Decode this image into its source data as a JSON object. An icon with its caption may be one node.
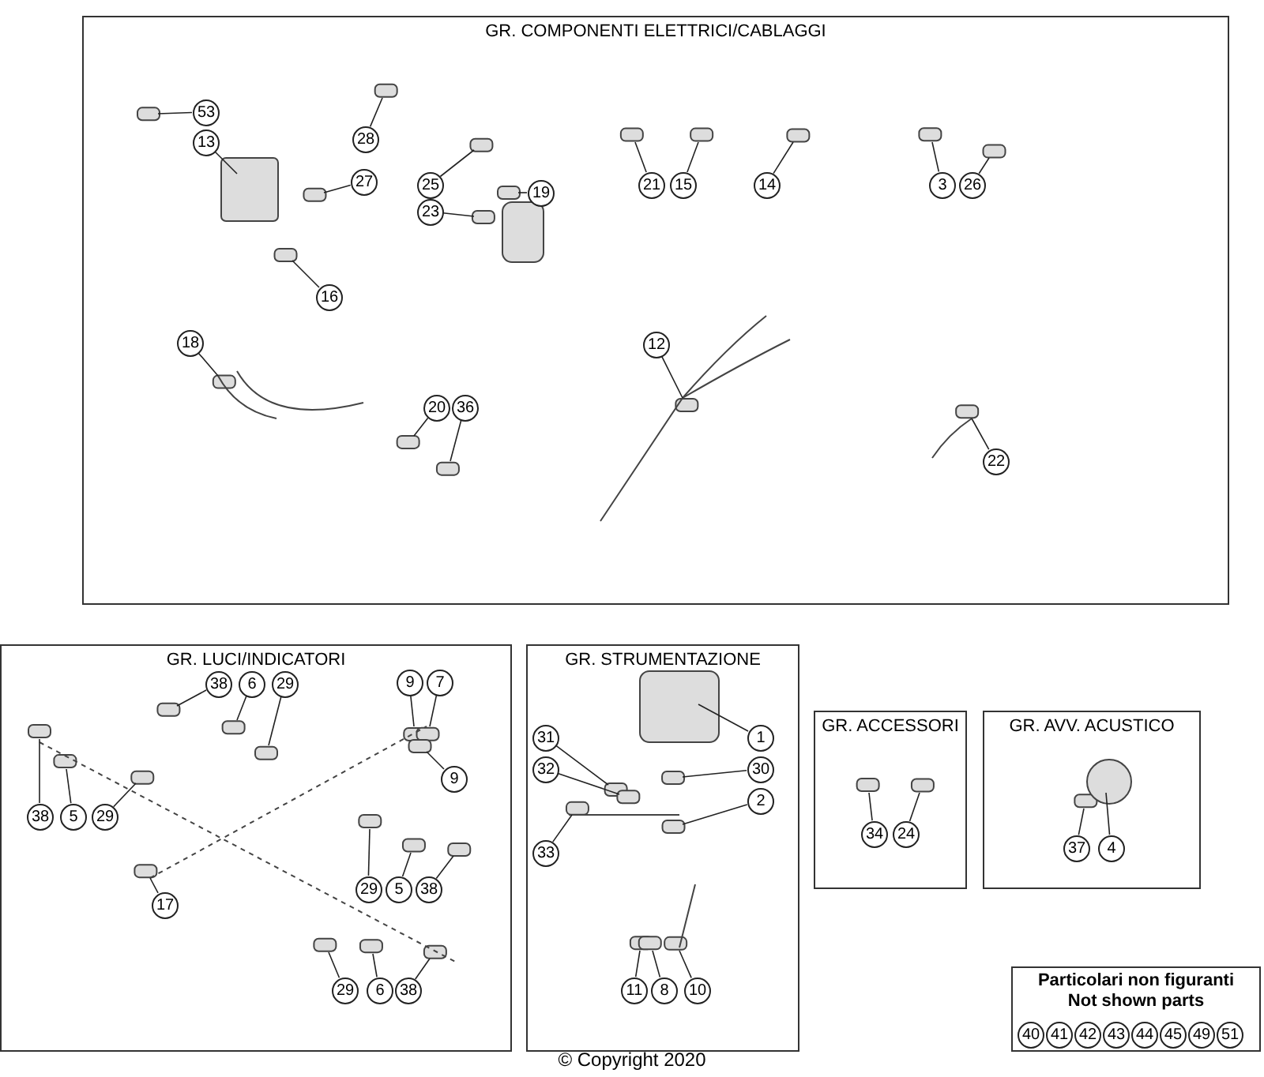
{
  "diagram": {
    "caption": "© Copyright 2020",
    "nodes": [
      {
        "text": [
          "GR. COMPONENTI ELETTRICI/CABLAGGI"
        ]
      },
      {
        "text": [
          "53"
        ],
        "in": 0
      },
      {
        "text": [
          "13"
        ],
        "in": 0
      },
      {
        "text": [
          "28"
        ],
        "in": 0
      },
      {
        "text": [
          "27"
        ],
        "in": 0
      },
      {
        "text": [
          "25"
        ],
        "in": 0
      },
      {
        "text": [
          "23"
        ],
        "in": 0
      },
      {
        "text": [
          "19"
        ],
        "in": 0
      },
      {
        "text": [
          "16"
        ],
        "in": 0
      },
      {
        "text": [
          "21"
        ],
        "in": 0
      },
      {
        "text": [
          "15"
        ],
        "in": 0
      },
      {
        "text": [
          "14"
        ],
        "in": 0
      },
      {
        "text": [
          "3"
        ],
        "in": 0
      },
      {
        "text": [
          "26"
        ],
        "in": 0
      },
      {
        "text": [
          "18"
        ],
        "in": 0
      },
      {
        "text": [
          "20"
        ],
        "in": 0
      },
      {
        "text": [
          "36"
        ],
        "in": 0
      },
      {
        "text": [
          "12"
        ],
        "in": 0
      },
      {
        "text": [
          "22"
        ],
        "in": 0
      },
      {
        "text": [
          "GR. LUCI/INDICATORI"
        ]
      },
      {
        "text": [
          "38"
        ],
        "in": 19
      },
      {
        "text": [
          "6"
        ],
        "in": 19
      },
      {
        "text": [
          "29"
        ],
        "in": 19
      },
      {
        "text": [
          "9"
        ],
        "in": 19
      },
      {
        "text": [
          "7"
        ],
        "in": 19
      },
      {
        "text": [
          "9"
        ],
        "in": 19
      },
      {
        "text": [
          "38"
        ],
        "in": 19
      },
      {
        "text": [
          "5"
        ],
        "in": 19
      },
      {
        "text": [
          "29"
        ],
        "in": 19
      },
      {
        "text": [
          "29"
        ],
        "in": 19
      },
      {
        "text": [
          "5"
        ],
        "in": 19
      },
      {
        "text": [
          "38"
        ],
        "in": 19
      },
      {
        "text": [
          "17"
        ],
        "in": 19
      },
      {
        "text": [
          "29"
        ],
        "in": 19
      },
      {
        "text": [
          "6"
        ],
        "in": 19
      },
      {
        "text": [
          "38"
        ],
        "in": 19
      },
      {
        "text": [
          "GR. STRUMENTAZIONE"
        ]
      },
      {
        "text": [
          "31"
        ],
        "in": 36
      },
      {
        "text": [
          "32"
        ],
        "in": 36
      },
      {
        "text": [
          "1"
        ],
        "in": 36
      },
      {
        "text": [
          "30"
        ],
        "in": 36
      },
      {
        "text": [
          "2"
        ],
        "in": 36
      },
      {
        "text": [
          "33"
        ],
        "in": 36
      },
      {
        "text": [
          "11"
        ],
        "in": 36
      },
      {
        "text": [
          "8"
        ],
        "in": 36
      },
      {
        "text": [
          "10"
        ],
        "in": 36
      },
      {
        "text": [
          "GR. ACCESSORI"
        ]
      },
      {
        "text": [
          "34"
        ],
        "in": 46
      },
      {
        "text": [
          "24"
        ],
        "in": 46
      },
      {
        "text": [
          "GR. AVV. ACUSTICO"
        ]
      },
      {
        "text": [
          "37"
        ],
        "in": 49
      },
      {
        "text": [
          "4"
        ],
        "in": 49
      },
      {
        "text": [
          "Particolari non figuranti",
          "Not shown parts"
        ]
      },
      {
        "text": [
          "40"
        ],
        "in": 52
      },
      {
        "text": [
          "41"
        ],
        "in": 52
      },
      {
        "text": [
          "42"
        ],
        "in": 52
      },
      {
        "text": [
          "43"
        ],
        "in": 52
      },
      {
        "text": [
          "44"
        ],
        "in": 52
      },
      {
        "text": [
          "45"
        ],
        "in": 52
      },
      {
        "text": [
          "49"
        ],
        "in": 52
      },
      {
        "text": [
          "51"
        ],
        "in": 52
      }
    ],
    "edges": [
      {
        "from": 1,
        "to": null,
        "arrow": "none"
      },
      {
        "from": 2,
        "to": null,
        "arrow": "none"
      },
      {
        "from": 3,
        "to": null,
        "arrow": "none"
      },
      {
        "from": 4,
        "to": null,
        "arrow": "none"
      },
      {
        "from": 5,
        "to": null,
        "arrow": "none"
      },
      {
        "from": 6,
        "to": null,
        "arrow": "none"
      },
      {
        "from": 7,
        "to": null,
        "arrow": "none"
      },
      {
        "from": 8,
        "to": null,
        "arrow": "none"
      },
      {
        "from": 9,
        "to": null,
        "arrow": "none"
      },
      {
        "from": 10,
        "to": null,
        "arrow": "none"
      },
      {
        "from": 11,
        "to": null,
        "arrow": "none"
      },
      {
        "from": 12,
        "to": null,
        "arrow": "none"
      },
      {
        "from": 13,
        "to": null,
        "arrow": "none"
      },
      {
        "from": 14,
        "to": null,
        "arrow": "none"
      },
      {
        "from": 15,
        "to": null,
        "arrow": "none"
      },
      {
        "from": 16,
        "to": null,
        "arrow": "none"
      },
      {
        "from": 17,
        "to": null,
        "arrow": "none"
      },
      {
        "from": 18,
        "to": null,
        "arrow": "none"
      },
      {
        "from": 20,
        "to": null,
        "arrow": "none"
      },
      {
        "from": 21,
        "to": null,
        "arrow": "none"
      },
      {
        "from": 22,
        "to": null,
        "arrow": "none"
      },
      {
        "from": 23,
        "to": null,
        "arrow": "none"
      },
      {
        "from": 24,
        "to": null,
        "arrow": "none"
      },
      {
        "from": 25,
        "to": null,
        "arrow": "none"
      },
      {
        "from": 26,
        "to": null,
        "arrow": "none"
      },
      {
        "from": 27,
        "to": null,
        "arrow": "none"
      },
      {
        "from": 28,
        "to": null,
        "arrow": "none"
      },
      {
        "from": 29,
        "to": null,
        "arrow": "none"
      },
      {
        "from": 30,
        "to": null,
        "arrow": "none"
      },
      {
        "from": 31,
        "to": null,
        "arrow": "none"
      },
      {
        "from": 32,
        "to": null,
        "arrow": "none"
      },
      {
        "from": 33,
        "to": null,
        "arrow": "none"
      },
      {
        "from": 34,
        "to": null,
        "arrow": "none"
      },
      {
        "from": 35,
        "to": null,
        "arrow": "none"
      },
      {
        "from": 37,
        "to": null,
        "arrow": "none"
      },
      {
        "from": 38,
        "to": null,
        "arrow": "none"
      },
      {
        "from": 39,
        "to": null,
        "arrow": "none"
      },
      {
        "from": 40,
        "to": null,
        "arrow": "none"
      },
      {
        "from": 41,
        "to": null,
        "arrow": "none"
      },
      {
        "from": 42,
        "to": null,
        "arrow": "none"
      },
      {
        "from": 43,
        "to": null,
        "arrow": "none"
      },
      {
        "from": 44,
        "to": null,
        "arrow": "none"
      },
      {
        "from": 45,
        "to": null,
        "arrow": "none"
      },
      {
        "from": 47,
        "to": null,
        "arrow": "none"
      },
      {
        "from": 48,
        "to": null,
        "arrow": "none"
      },
      {
        "from": 50,
        "to": null,
        "arrow": "none"
      },
      {
        "from": 51,
        "to": null,
        "arrow": "none"
      }
    ]
  }
}
